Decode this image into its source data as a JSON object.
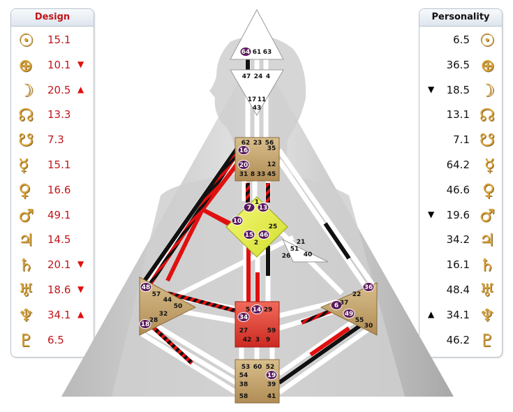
{
  "design": {
    "title": "Design",
    "rows": [
      {
        "icon": "sun-icon",
        "glyph": "☉",
        "value": "15.1",
        "arrow": ""
      },
      {
        "icon": "earth-icon",
        "glyph": "⊕",
        "value": "10.1",
        "arrow": "▼"
      },
      {
        "icon": "moon-icon",
        "glyph": "☽",
        "value": "20.5",
        "arrow": "▲"
      },
      {
        "icon": "north-node-icon",
        "glyph": "☊",
        "value": "13.3",
        "arrow": ""
      },
      {
        "icon": "south-node-icon",
        "glyph": "☋",
        "value": "7.3",
        "arrow": ""
      },
      {
        "icon": "mercury-icon",
        "glyph": "☿",
        "value": "15.1",
        "arrow": ""
      },
      {
        "icon": "venus-icon",
        "glyph": "♀",
        "value": "16.6",
        "arrow": ""
      },
      {
        "icon": "mars-icon",
        "glyph": "♂",
        "value": "49.1",
        "arrow": ""
      },
      {
        "icon": "jupiter-icon",
        "glyph": "♃",
        "value": "14.5",
        "arrow": ""
      },
      {
        "icon": "saturn-icon",
        "glyph": "♄",
        "value": "20.1",
        "arrow": "▼"
      },
      {
        "icon": "uranus-icon",
        "glyph": "♅",
        "value": "18.6",
        "arrow": "▼"
      },
      {
        "icon": "neptune-icon",
        "glyph": "♆",
        "value": "34.1",
        "arrow": "▲"
      },
      {
        "icon": "pluto-icon",
        "glyph": "♇",
        "value": "6.5",
        "arrow": ""
      }
    ]
  },
  "personality": {
    "title": "Personality",
    "rows": [
      {
        "icon": "sun-icon",
        "glyph": "☉",
        "value": "6.5",
        "arrow": ""
      },
      {
        "icon": "earth-icon",
        "glyph": "⊕",
        "value": "36.5",
        "arrow": ""
      },
      {
        "icon": "moon-icon",
        "glyph": "☽",
        "value": "18.5",
        "arrow": "▼"
      },
      {
        "icon": "north-node-icon",
        "glyph": "☊",
        "value": "13.1",
        "arrow": ""
      },
      {
        "icon": "south-node-icon",
        "glyph": "☋",
        "value": "7.1",
        "arrow": ""
      },
      {
        "icon": "mercury-icon",
        "glyph": "☿",
        "value": "64.2",
        "arrow": ""
      },
      {
        "icon": "venus-icon",
        "glyph": "♀",
        "value": "46.6",
        "arrow": ""
      },
      {
        "icon": "mars-icon",
        "glyph": "♂",
        "value": "19.6",
        "arrow": "▼"
      },
      {
        "icon": "jupiter-icon",
        "glyph": "♃",
        "value": "34.2",
        "arrow": ""
      },
      {
        "icon": "saturn-icon",
        "glyph": "♄",
        "value": "16.1",
        "arrow": ""
      },
      {
        "icon": "uranus-icon",
        "glyph": "♅",
        "value": "48.4",
        "arrow": ""
      },
      {
        "icon": "neptune-icon",
        "glyph": "♆",
        "value": "34.1",
        "arrow": "▲"
      },
      {
        "icon": "pluto-icon",
        "glyph": "♇",
        "value": "46.2",
        "arrow": ""
      }
    ]
  },
  "colors": {
    "design_red": "#c0161b",
    "personality_black": "#111111",
    "glyph_gold": "#d7a43c",
    "head_center": "#ffffff",
    "ajna_center": "#ffffff",
    "throat_center": "#c9a66b",
    "g_center": "#e6f04a",
    "sacral_center": "#e0453a",
    "root_center": "#c9a66b",
    "spleen_center": "#c9a66b",
    "solar_plexus_center": "#c9a66b",
    "ego_center": "#ffffff",
    "active_gate": "#5a1a5a"
  },
  "centers": {
    "head": {
      "gates": [
        "64",
        "61",
        "63"
      ],
      "active": [
        "64"
      ]
    },
    "ajna": {
      "gates": [
        "47",
        "24",
        "4",
        "17",
        "11",
        "43"
      ],
      "active": []
    },
    "throat": {
      "gates": [
        "62",
        "23",
        "56",
        "16",
        "35",
        "20",
        "12",
        "31",
        "8",
        "33",
        "45"
      ],
      "active": [
        "16",
        "20"
      ]
    },
    "g": {
      "gates": [
        "1",
        "7",
        "13",
        "10",
        "25",
        "15",
        "46",
        "2"
      ],
      "active": [
        "7",
        "13",
        "10",
        "15",
        "46"
      ]
    },
    "ego": {
      "gates": [
        "21",
        "51",
        "26",
        "40"
      ],
      "active": []
    },
    "spleen": {
      "gates": [
        "48",
        "57",
        "44",
        "50",
        "32",
        "28",
        "18"
      ],
      "active": [
        "48",
        "18"
      ]
    },
    "sacral": {
      "gates": [
        "5",
        "14",
        "29",
        "34",
        "27",
        "59",
        "42",
        "3",
        "9"
      ],
      "active": [
        "14",
        "34"
      ]
    },
    "solar_plexus": {
      "gates": [
        "36",
        "22",
        "6",
        "37",
        "49",
        "55",
        "30"
      ],
      "active": [
        "36",
        "6",
        "49"
      ]
    },
    "root": {
      "gates": [
        "53",
        "60",
        "52",
        "54",
        "19",
        "38",
        "39",
        "58",
        "41"
      ],
      "active": [
        "19"
      ]
    }
  }
}
